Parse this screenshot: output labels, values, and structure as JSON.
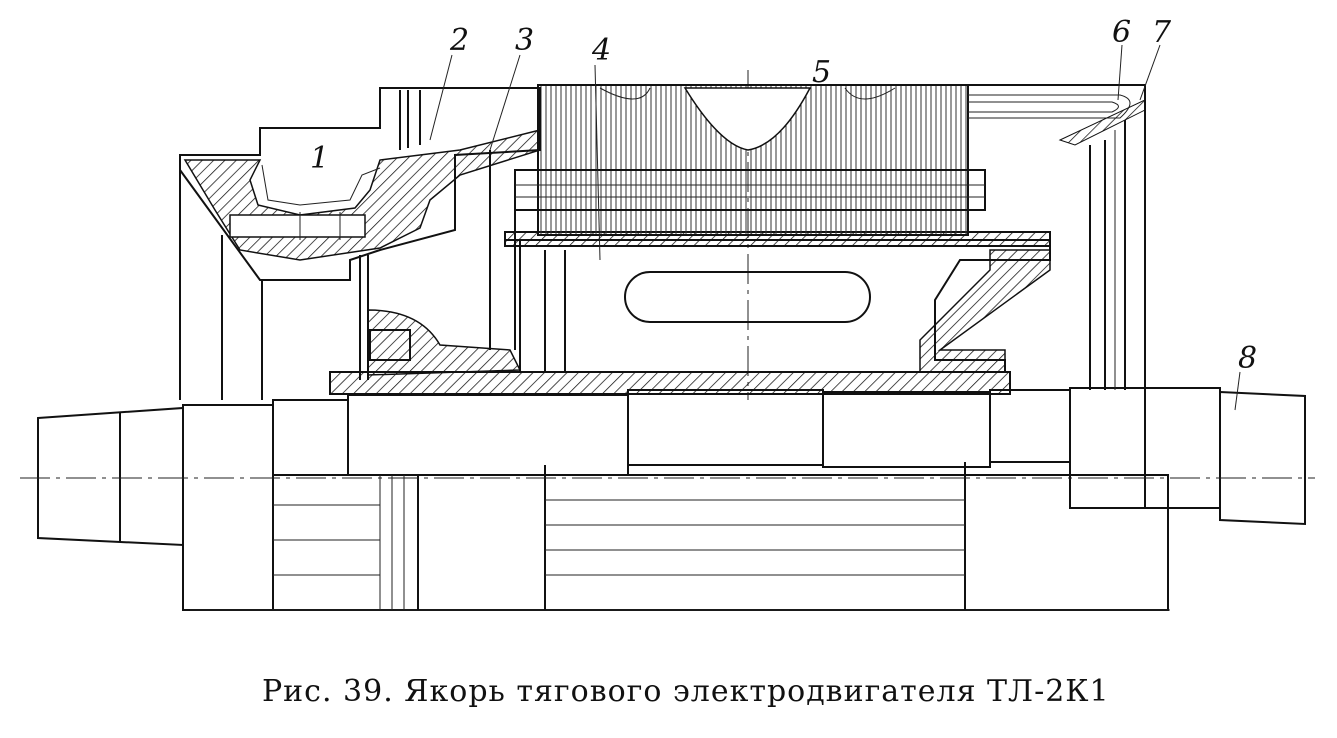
{
  "figure": {
    "caption": "Рис. 39. Якорь тягового электродвигателя ТЛ-2К1",
    "labels": [
      "1",
      "2",
      "3",
      "4",
      "5",
      "6",
      "7",
      "8"
    ]
  }
}
